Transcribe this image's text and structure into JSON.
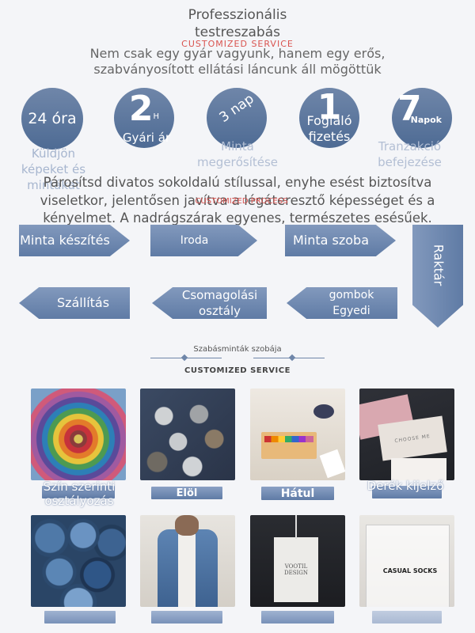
{
  "header": {
    "title_line1": "Professzionális",
    "title_line2": "testreszabás",
    "service_red": "CUSTOMIZED SERVICE",
    "subtitle_line1": "Nem csak egy gyár vagyunk, hanem egy erős,",
    "subtitle_line2": "szabványosított ellátási láncunk áll mögöttük"
  },
  "circles": [
    {
      "main": "24 óra",
      "caption": "Küldjön képeket és mintákat"
    },
    {
      "main": "2",
      "suffix": "H",
      "caption": "Gyári ár"
    },
    {
      "main": "3 nap",
      "caption": "Minta megerősítése"
    },
    {
      "main": "1",
      "caption": "Foglaló fizetés"
    },
    {
      "main": "7",
      "suffix": "Napok",
      "caption": "Tranzakció befejezése"
    }
  ],
  "description": "Párosítsd divatos sokoldalú stílussal, enyhe esést biztosítva viseletkor, jelentősen javítva a légáteresztő képességet és a kényelmet. A nadrágszárak egyenes, természetes esésűek.",
  "mid_red": "CUSTOMIZED PROCESS",
  "process": {
    "row1": [
      "Minta készítés",
      "Iroda",
      "Minta szoba"
    ],
    "down": "Raktár",
    "row2": [
      "Szállítás",
      "Csomagolási osztály",
      "Egyedi gombok Egyedi méret"
    ]
  },
  "section": {
    "title": "Szabásminták szobája",
    "subtitle": "CUSTOMIZED SERVICE"
  },
  "gallery": {
    "row1": [
      "Szín szerinti osztályozás",
      "Elöl",
      "Hátul",
      "Derék kijelző"
    ],
    "tag_text": "VOOTIL DESIGN",
    "bag_title": "CASUAL SOCKS",
    "card_text": "CHOOSE ME"
  },
  "colors": {
    "accent": "#5f7ba5",
    "red": "#d9534f"
  }
}
